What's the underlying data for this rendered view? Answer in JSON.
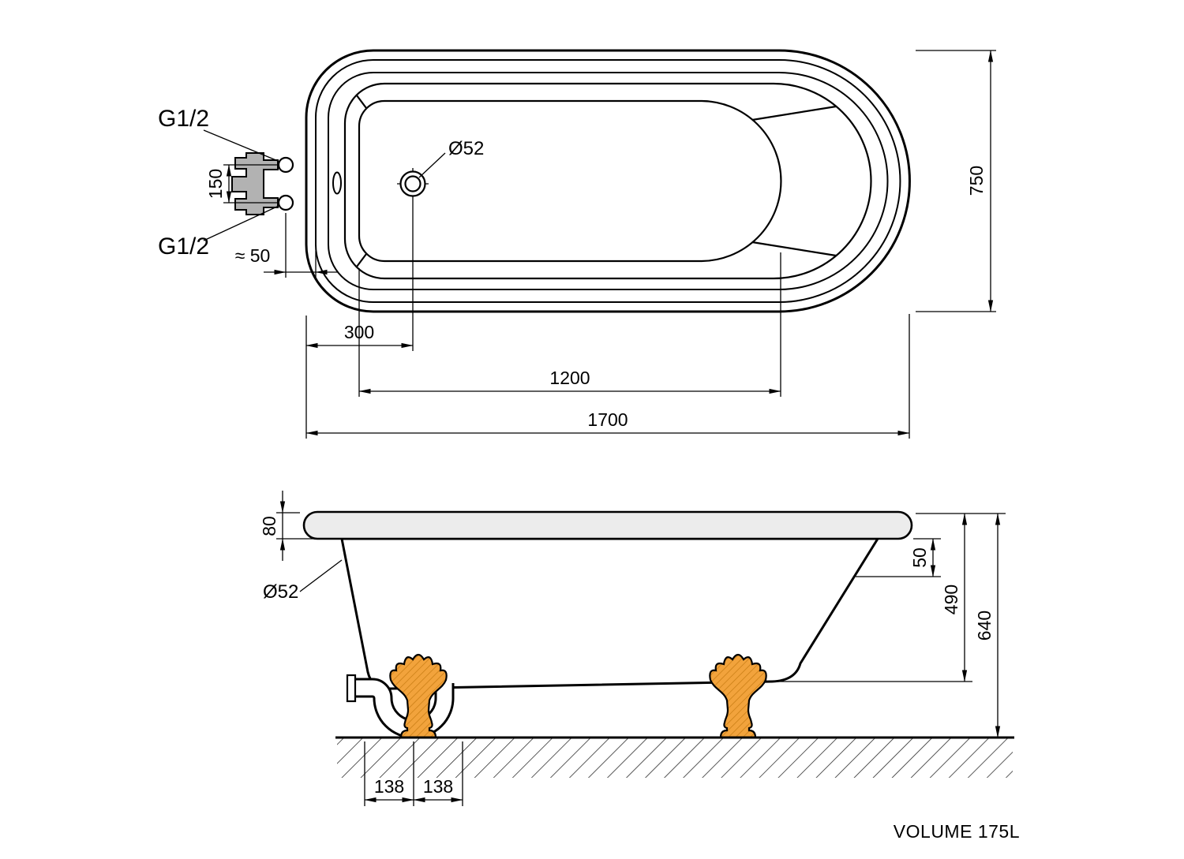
{
  "colors": {
    "fixture_fill": "#b2b2b2",
    "foot_fill": "#f2a33c",
    "foot_hatch": "#c97d14"
  },
  "top_view": {
    "labels": {
      "g12_top": "G1/2",
      "g12_bottom": "G1/2",
      "drain_diameter": "Ø52"
    },
    "dimensions": {
      "connector_spacing": "150",
      "edge_offset": "≈ 50",
      "drain_from_edge": "300",
      "basin_length": "1200",
      "overall_length": "1700",
      "overall_width": "750"
    }
  },
  "side_view": {
    "labels": {
      "drain_diameter": "Ø52",
      "volume_note": "VOLUME 175L"
    },
    "dimensions": {
      "rim_height": "80",
      "rim_drop": "50",
      "body_depth": "490",
      "overall_height": "640",
      "foot_offset_left": "138",
      "foot_offset_right": "138"
    }
  }
}
